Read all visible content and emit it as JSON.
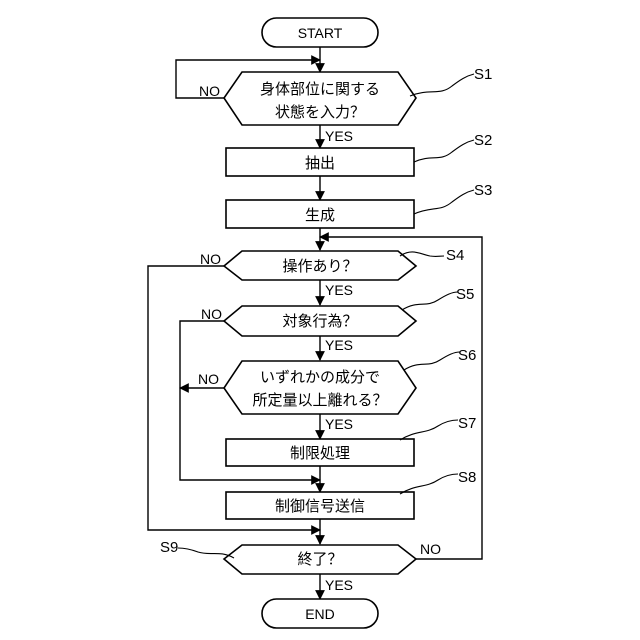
{
  "start_label": "START",
  "end_label": "END",
  "s1": {
    "id": "S1",
    "line1": "身体部位に関する",
    "line2": "状態を入力？"
  },
  "s2": {
    "id": "S2",
    "text": "抽出"
  },
  "s3": {
    "id": "S3",
    "text": "生成"
  },
  "s4": {
    "id": "S4",
    "text": "操作あり？"
  },
  "s5": {
    "id": "S5",
    "text": "対象行為？"
  },
  "s6": {
    "id": "S6",
    "line1": "いずれかの成分で",
    "line2": "所定量以上離れる？"
  },
  "s7": {
    "id": "S7",
    "text": "制限処理"
  },
  "s8": {
    "id": "S8",
    "text": "制御信号送信"
  },
  "s9": {
    "id": "S9",
    "text": "終了？"
  },
  "yes_label": "YES",
  "no_label": "NO"
}
